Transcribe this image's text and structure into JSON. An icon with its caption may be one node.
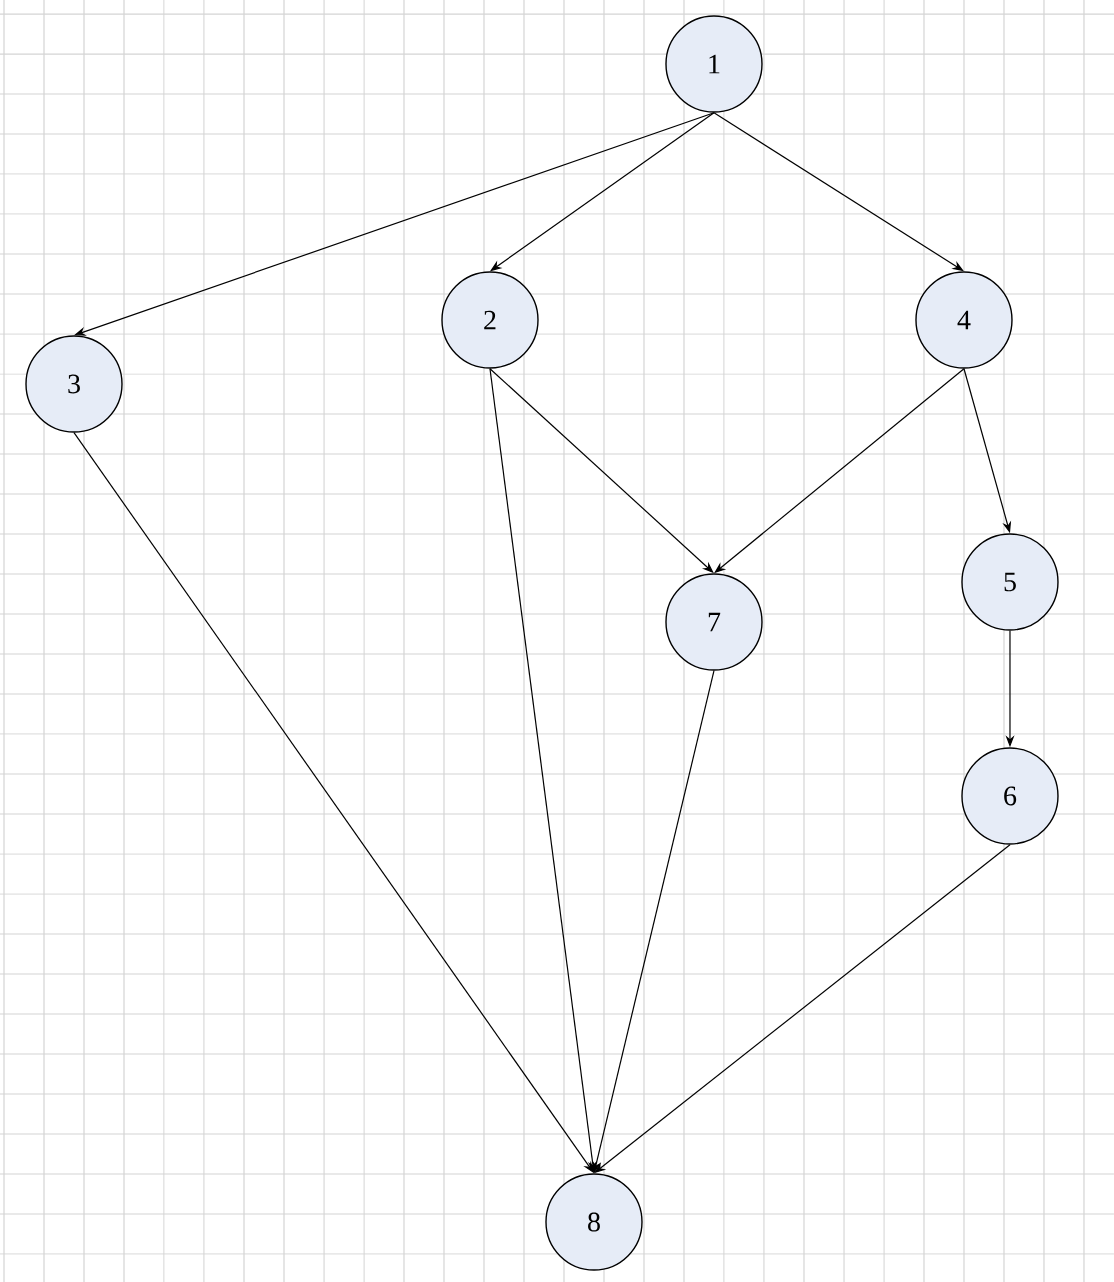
{
  "diagram": {
    "nodes": [
      {
        "text": [
          "1"
        ]
      },
      {
        "text": [
          "2"
        ]
      },
      {
        "text": [
          "3"
        ]
      },
      {
        "text": [
          "4"
        ]
      },
      {
        "text": [
          "5"
        ]
      },
      {
        "text": [
          "6"
        ]
      },
      {
        "text": [
          "7"
        ]
      },
      {
        "text": [
          "8"
        ]
      }
    ],
    "edges": [
      {
        "from": 0,
        "to": 2,
        "arrow": "to"
      },
      {
        "from": 0,
        "to": 1,
        "arrow": "to"
      },
      {
        "from": 0,
        "to": 3,
        "arrow": "to"
      },
      {
        "from": 1,
        "to": 6,
        "arrow": "to"
      },
      {
        "from": 3,
        "to": 6,
        "arrow": "to"
      },
      {
        "from": 3,
        "to": 4,
        "arrow": "to"
      },
      {
        "from": 4,
        "to": 5,
        "arrow": "to"
      },
      {
        "from": 2,
        "to": 7,
        "arrow": "to"
      },
      {
        "from": 1,
        "to": 7,
        "arrow": "to"
      },
      {
        "from": 6,
        "to": 7,
        "arrow": "to"
      },
      {
        "from": 5,
        "to": 7,
        "arrow": "to"
      }
    ]
  }
}
